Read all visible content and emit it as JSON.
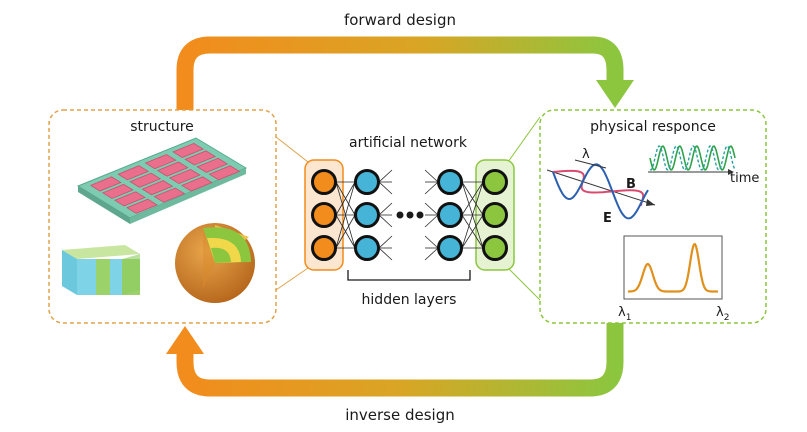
{
  "labels": {
    "forward": "forward design",
    "inverse": "inverse design",
    "structure": "structure",
    "network": "artificial network",
    "hidden": "hidden layers",
    "response": "physical responce",
    "lambda": "λ",
    "B": "B",
    "E": "E",
    "time": "time",
    "lambda1_base": "λ",
    "lambda1_sub": "1",
    "lambda2_base": "λ",
    "lambda2_sub": "2"
  },
  "colors": {
    "orange": "#f28c1c",
    "green": "#8cc63f",
    "blue": "#45b4d6",
    "pink": "#e96f8d",
    "teal": "#7dcbb0",
    "panel_border": "#e0a24a"
  },
  "icons": {
    "dots": "ellipsis-icon"
  }
}
